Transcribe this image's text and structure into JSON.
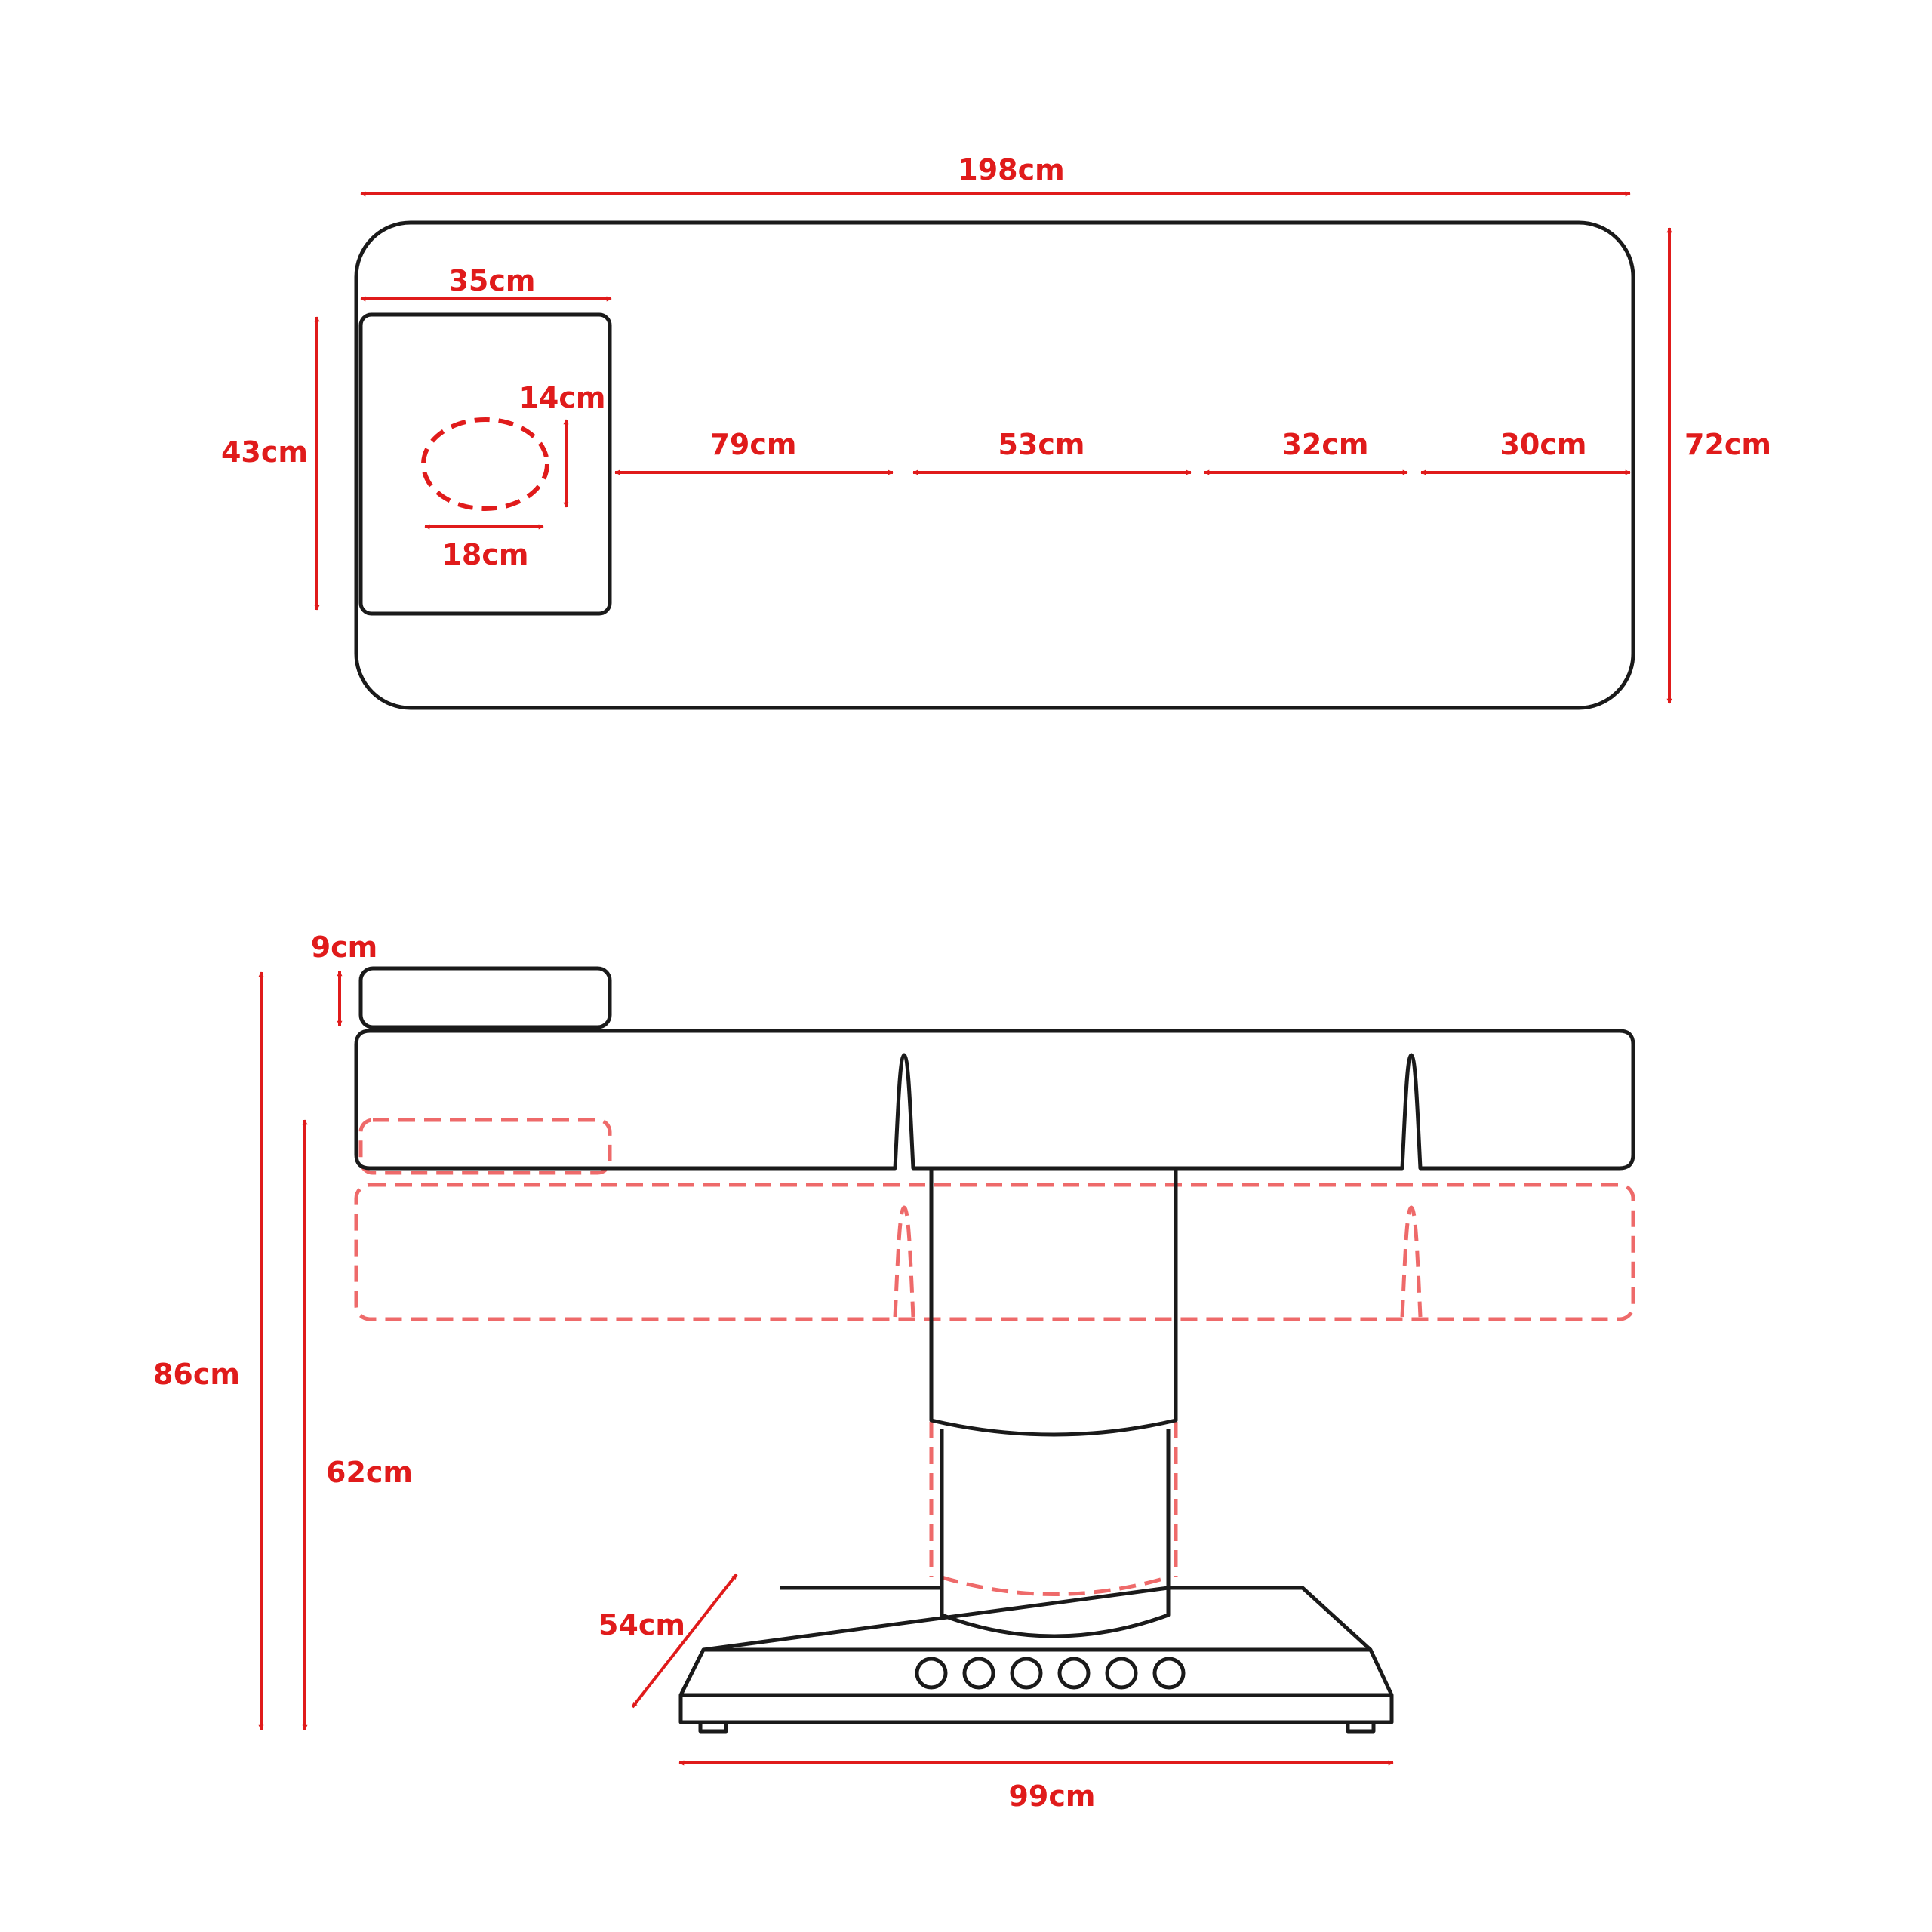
{
  "colors": {
    "outline": "#1a1a1a",
    "dimension": "#e01b1b",
    "ghost": "#ee6a6a"
  },
  "top_view": {
    "overall_length": "198cm",
    "overall_width": "72cm",
    "headrest_length": "35cm",
    "headrest_width": "43cm",
    "face_hole_height": "14cm",
    "face_hole_width": "18cm",
    "section_1": "79cm",
    "section_2": "53cm",
    "section_3": "32cm",
    "section_4": "30cm"
  },
  "side_view": {
    "headrest_thickness": "9cm",
    "max_height": "86cm",
    "min_height": "62cm",
    "base_depth": "54cm",
    "base_width": "99cm",
    "control_buttons": 6
  }
}
